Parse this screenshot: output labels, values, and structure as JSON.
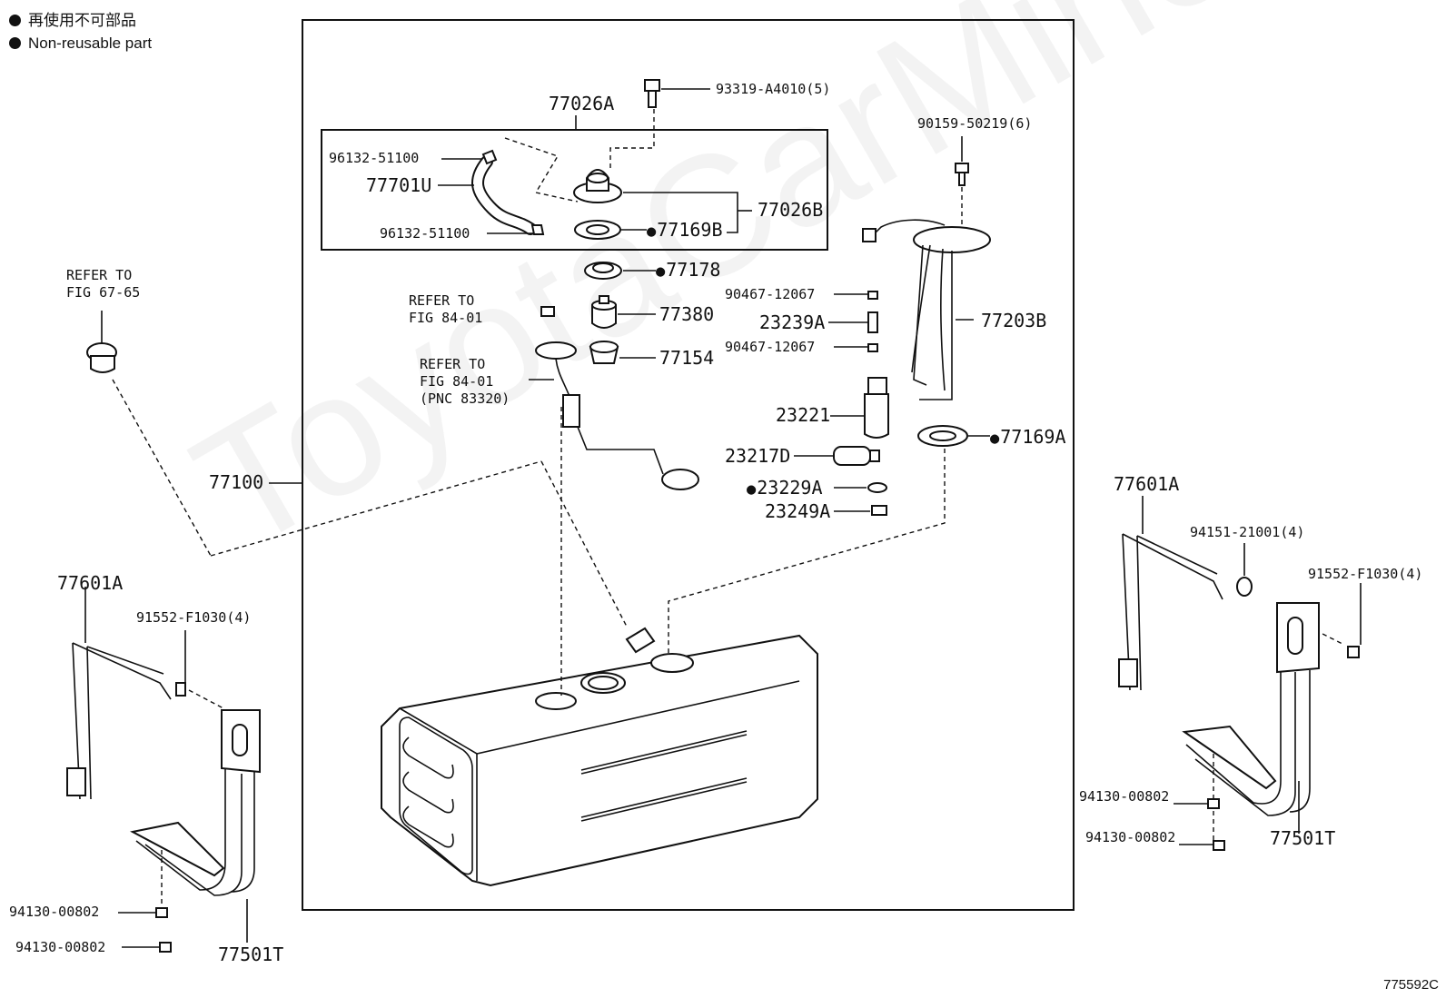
{
  "legend": {
    "line1": "再使用不可部品",
    "line2": "Non-reusable part"
  },
  "watermark": "ToyotaCarMine.ru",
  "figure_id": "775592C",
  "labels": {
    "p77026A": "77026A",
    "p93319": "93319-A4010(5)",
    "p96132_top": "96132-51100",
    "p77701U": "77701U",
    "p96132_bot": "96132-51100",
    "p77026B": "77026B",
    "p77169B": "77169B",
    "p77178": "77178",
    "p77380": "77380",
    "p77154": "77154",
    "p90159": "90159-50219(6)",
    "p90467_a": "90467-12067",
    "p23239A": "23239A",
    "p77203B": "77203B",
    "p90467_b": "90467-12067",
    "p23221": "23221",
    "p77169A": "77169A",
    "p23217D": "23217D",
    "p23229A": "23229A",
    "p23249A": "23249A",
    "p77100": "77100",
    "ref_67_65": "REFER TO\nFIG 67-65",
    "ref_84_01_a": "REFER TO\nFIG 84-01",
    "ref_84_01_b": "REFER TO\nFIG 84-01\n(PNC 83320)",
    "p77601A_left": "77601A",
    "p91552_left": "91552-F1030(4)",
    "p94130_l1": "94130-00802",
    "p94130_l2": "94130-00802",
    "p77501T_left": "77501T",
    "p77601A_right": "77601A",
    "p94151": "94151-21001(4)",
    "p91552_right": "91552-F1030(4)",
    "p94130_r1": "94130-00802",
    "p94130_r2": "94130-00802",
    "p77501T_right": "77501T"
  }
}
